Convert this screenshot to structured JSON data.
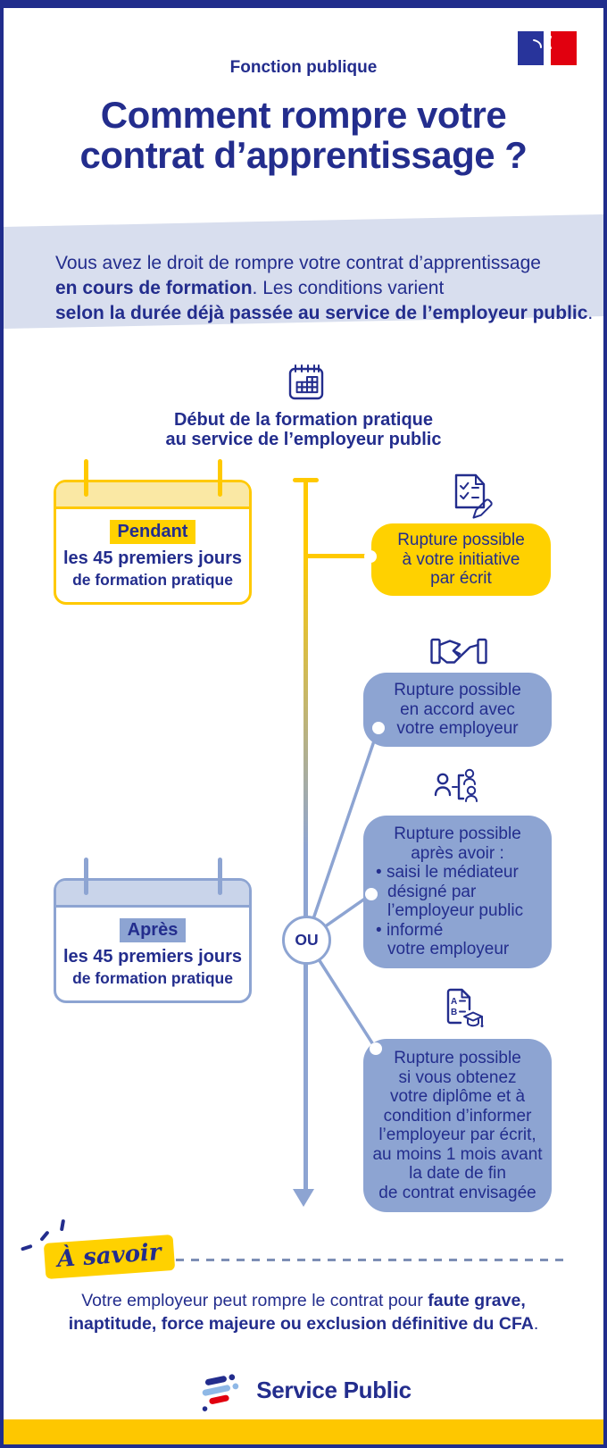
{
  "colors": {
    "navy": "#232d8d",
    "yellow": "#ffd100",
    "yellow_border": "#ffc900",
    "yellow_light": "#fae8a4",
    "blue_muted": "#8da4d2",
    "blue_light": "#c9d4ea",
    "intro_band": "#d8deee",
    "flag_blue": "#28349b",
    "flag_red": "#e1000f",
    "logo_light_blue": "#8fb8e6",
    "logo_red": "#e1000f",
    "bottom_bar": "#fec700"
  },
  "header": {
    "flag_icon": "french-government-marianne-logo",
    "category": "Fonction publique",
    "title_lines": [
      "Comment rompre votre",
      "contrat d’apprentissage ?"
    ]
  },
  "intro": {
    "line1": "Vous avez le droit de rompre votre contrat d’apprentissage",
    "line2_bold": "en cours de formation",
    "line2_rest": ". Les conditions varient",
    "line3_bold": "selon la durée déjà passée au service de l’employeur public",
    "line3_rest": "."
  },
  "timeline": {
    "icon": "calendar-icon",
    "heading_lines": [
      "Début de la formation pratique",
      "au service de l’employeur public"
    ],
    "or_label": "OU"
  },
  "periods": {
    "pendant": {
      "highlight": "Pendant",
      "line2": "les 45 premiers jours",
      "line3": "de formation pratique"
    },
    "apres": {
      "highlight": "Après",
      "line2": "les 45 premiers jours",
      "line3": "de formation pratique"
    }
  },
  "outcomes": {
    "initiative": {
      "icon": "checklist-pencil-icon",
      "lines": [
        "Rupture possible",
        "à votre initiative",
        "par écrit"
      ]
    },
    "accord": {
      "icon": "handshake-icon",
      "lines": [
        "Rupture possible",
        "en accord avec",
        "votre employeur"
      ]
    },
    "mediateur": {
      "icon": "mediator-people-icon",
      "intro_lines": [
        "Rupture possible",
        "après avoir :"
      ],
      "bullets": [
        [
          "saisi le médiateur",
          "désigné par",
          "l’employeur public"
        ],
        [
          "informé",
          "votre employeur"
        ]
      ]
    },
    "diplome": {
      "icon": "diploma-graduation-icon",
      "icon_letters": {
        "a": "A",
        "b": "B"
      },
      "lines": [
        "Rupture possible",
        "si vous obtenez",
        "votre diplôme et à",
        "condition d’informer",
        "l’employeur par écrit,",
        "au moins 1 mois avant",
        "la date de fin",
        "de contrat envisagée"
      ]
    }
  },
  "note": {
    "badge_label": "À savoir",
    "line1_regular": "Votre employeur peut rompre le contrat pour ",
    "line1_bold": "faute grave,",
    "line2_bold": "inaptitude, force majeure ou exclusion définitive du CFA",
    "line2_regular": "."
  },
  "footer": {
    "logo_icon": "service-public-logo-marks",
    "logo_text": "Service Public"
  }
}
